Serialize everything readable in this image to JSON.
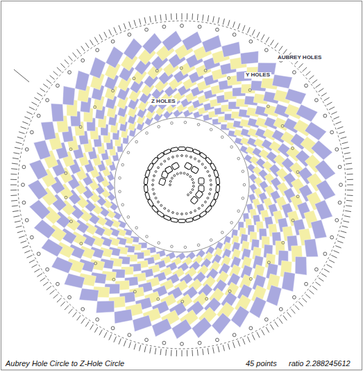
{
  "diagram": {
    "caption": "Aubrey Hole Circle to Z-Hole Circle",
    "labels": [
      "AUBREY HOLES",
      "Y HOLES",
      "Z HOLES",
      "45 points",
      "ratio 2.288245612"
    ]
  }
}
